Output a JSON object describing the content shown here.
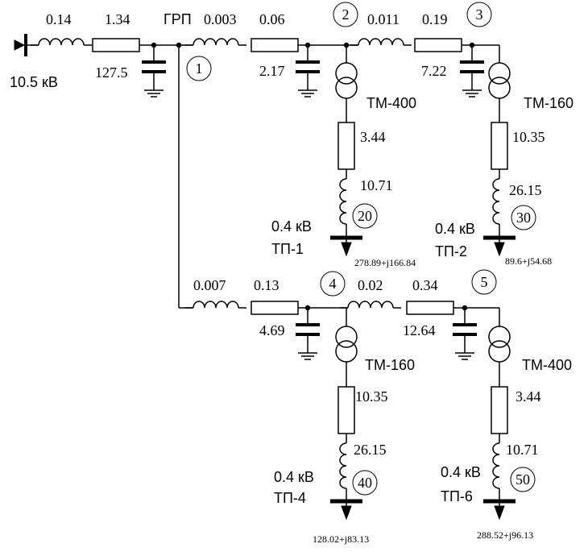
{
  "source": {
    "voltage": "10.5 кВ"
  },
  "bus_label": "ГРП",
  "line_main": {
    "x1": "0.14",
    "r1": "1.34",
    "c1": "127.5",
    "x2": "0.003",
    "r2": "0.06",
    "c2": "2.17",
    "x3": "0.011",
    "r3": "0.19",
    "c3": "7.22"
  },
  "line_branch": {
    "x1": "0.007",
    "r1": "0.13",
    "c1": "4.69",
    "x2": "0.02",
    "r2": "0.34",
    "c2": "12.64"
  },
  "nodes": [
    "1",
    "2",
    "3",
    "4",
    "5"
  ],
  "substations": [
    {
      "node": "20",
      "transformer": "ТМ-400",
      "r": "3.44",
      "x": "10.71",
      "voltage": "0.4 кВ",
      "name": "ТП-1",
      "load": "278.89+j166.84"
    },
    {
      "node": "30",
      "transformer": "ТМ-160",
      "r": "10.35",
      "x": "26.15",
      "voltage": "0.4 кВ",
      "name": "ТП-2",
      "load": "89.6+j54.68"
    },
    {
      "node": "40",
      "transformer": "ТМ-160",
      "r": "10.35",
      "x": "26.15",
      "voltage": "0.4 кВ",
      "name": "ТП-4",
      "load": "128.02+j83.13"
    },
    {
      "node": "50",
      "transformer": "ТМ-400",
      "r": "3.44",
      "x": "10.71",
      "voltage": "0.4 кВ",
      "name": "ТП-6",
      "load": "288.52+j96.13"
    }
  ]
}
